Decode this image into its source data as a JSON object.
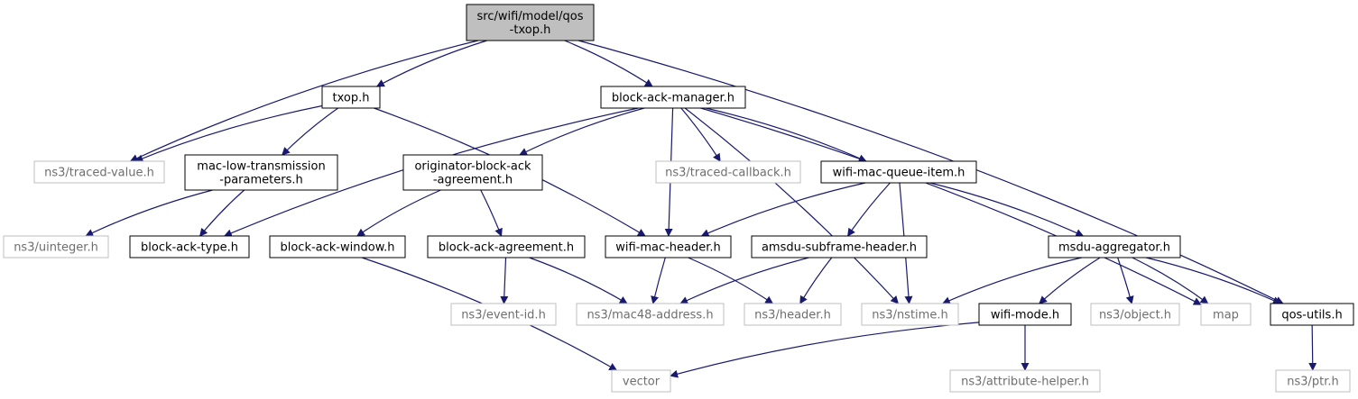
{
  "colors": {
    "edge": "#191970",
    "root_fill": "#bfbfbf",
    "node_border": "#000000",
    "external_border": "#bfbfbf",
    "external_text": "#6e6e6e"
  },
  "nodes": [
    {
      "id": "qos-txop",
      "label": [
        "src/wifi/model/qos",
        "-txop.h"
      ],
      "kind": "root"
    },
    {
      "id": "txop",
      "label": [
        "txop.h"
      ],
      "kind": "internal"
    },
    {
      "id": "block-ack-manager",
      "label": [
        "block-ack-manager.h"
      ],
      "kind": "internal"
    },
    {
      "id": "traced-value",
      "label": [
        "ns3/traced-value.h"
      ],
      "kind": "external"
    },
    {
      "id": "mac-low-tx-params",
      "label": [
        "mac-low-transmission",
        "-parameters.h"
      ],
      "kind": "internal"
    },
    {
      "id": "originator-agreement",
      "label": [
        "originator-block-ack",
        "-agreement.h"
      ],
      "kind": "internal"
    },
    {
      "id": "traced-callback",
      "label": [
        "ns3/traced-callback.h"
      ],
      "kind": "external"
    },
    {
      "id": "wifi-mac-queue-item",
      "label": [
        "wifi-mac-queue-item.h"
      ],
      "kind": "internal"
    },
    {
      "id": "uinteger",
      "label": [
        "ns3/uinteger.h"
      ],
      "kind": "external"
    },
    {
      "id": "block-ack-type",
      "label": [
        "block-ack-type.h"
      ],
      "kind": "internal"
    },
    {
      "id": "block-ack-window",
      "label": [
        "block-ack-window.h"
      ],
      "kind": "internal"
    },
    {
      "id": "block-ack-agreement",
      "label": [
        "block-ack-agreement.h"
      ],
      "kind": "internal"
    },
    {
      "id": "wifi-mac-header",
      "label": [
        "wifi-mac-header.h"
      ],
      "kind": "internal"
    },
    {
      "id": "amsdu-subframe-header",
      "label": [
        "amsdu-subframe-header.h"
      ],
      "kind": "internal"
    },
    {
      "id": "msdu-aggregator",
      "label": [
        "msdu-aggregator.h"
      ],
      "kind": "internal"
    },
    {
      "id": "event-id",
      "label": [
        "ns3/event-id.h"
      ],
      "kind": "external"
    },
    {
      "id": "mac48-address",
      "label": [
        "ns3/mac48-address.h"
      ],
      "kind": "external"
    },
    {
      "id": "header",
      "label": [
        "ns3/header.h"
      ],
      "kind": "external"
    },
    {
      "id": "nstime",
      "label": [
        "ns3/nstime.h"
      ],
      "kind": "external"
    },
    {
      "id": "wifi-mode",
      "label": [
        "wifi-mode.h"
      ],
      "kind": "internal"
    },
    {
      "id": "object",
      "label": [
        "ns3/object.h"
      ],
      "kind": "external"
    },
    {
      "id": "map",
      "label": [
        "map"
      ],
      "kind": "external"
    },
    {
      "id": "qos-utils",
      "label": [
        "qos-utils.h"
      ],
      "kind": "internal"
    },
    {
      "id": "vector",
      "label": [
        "vector"
      ],
      "kind": "external"
    },
    {
      "id": "attribute-helper",
      "label": [
        "ns3/attribute-helper.h"
      ],
      "kind": "external"
    },
    {
      "id": "ptr",
      "label": [
        "ns3/ptr.h"
      ],
      "kind": "external"
    }
  ],
  "edges": [
    [
      "qos-txop",
      "txop"
    ],
    [
      "qos-txop",
      "block-ack-manager"
    ],
    [
      "qos-txop",
      "traced-value"
    ],
    [
      "qos-txop",
      "qos-utils"
    ],
    [
      "txop",
      "traced-value"
    ],
    [
      "txop",
      "mac-low-tx-params"
    ],
    [
      "txop",
      "wifi-mac-header"
    ],
    [
      "block-ack-manager",
      "originator-agreement"
    ],
    [
      "block-ack-manager",
      "traced-callback"
    ],
    [
      "block-ack-manager",
      "wifi-mac-queue-item"
    ],
    [
      "block-ack-manager",
      "block-ack-type"
    ],
    [
      "block-ack-manager",
      "wifi-mac-header"
    ],
    [
      "block-ack-manager",
      "nstime"
    ],
    [
      "block-ack-manager",
      "map"
    ],
    [
      "mac-low-tx-params",
      "uinteger"
    ],
    [
      "mac-low-tx-params",
      "block-ack-type"
    ],
    [
      "originator-agreement",
      "block-ack-window"
    ],
    [
      "originator-agreement",
      "block-ack-agreement"
    ],
    [
      "wifi-mac-queue-item",
      "wifi-mac-header"
    ],
    [
      "wifi-mac-queue-item",
      "amsdu-subframe-header"
    ],
    [
      "wifi-mac-queue-item",
      "msdu-aggregator"
    ],
    [
      "wifi-mac-queue-item",
      "nstime"
    ],
    [
      "block-ack-window",
      "vector"
    ],
    [
      "block-ack-agreement",
      "event-id"
    ],
    [
      "block-ack-agreement",
      "mac48-address"
    ],
    [
      "wifi-mac-header",
      "mac48-address"
    ],
    [
      "wifi-mac-header",
      "header"
    ],
    [
      "amsdu-subframe-header",
      "mac48-address"
    ],
    [
      "amsdu-subframe-header",
      "header"
    ],
    [
      "msdu-aggregator",
      "nstime"
    ],
    [
      "msdu-aggregator",
      "wifi-mode"
    ],
    [
      "msdu-aggregator",
      "object"
    ],
    [
      "msdu-aggregator",
      "map"
    ],
    [
      "msdu-aggregator",
      "qos-utils"
    ],
    [
      "wifi-mode",
      "vector"
    ],
    [
      "wifi-mode",
      "attribute-helper"
    ],
    [
      "qos-utils",
      "ptr"
    ]
  ]
}
